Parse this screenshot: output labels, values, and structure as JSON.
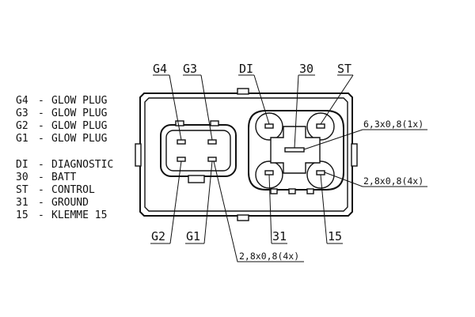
{
  "legend": [
    {
      "code": "G4",
      "desc": "GLOW PLUG"
    },
    {
      "code": "G3",
      "desc": "GLOW PLUG"
    },
    {
      "code": "G2",
      "desc": "GLOW PLUG"
    },
    {
      "code": "G1",
      "desc": "GLOW PLUG"
    },
    {
      "code": "DI",
      "desc": "DIAGNOSTIC"
    },
    {
      "code": "30",
      "desc": "BATT"
    },
    {
      "code": "ST",
      "desc": "CONTROL"
    },
    {
      "code": "31",
      "desc": "GROUND"
    },
    {
      "code": "15",
      "desc": "KLEMME 15"
    }
  ],
  "legend_separator": "-",
  "pins_top": [
    "G4",
    "G3",
    "DI",
    "30",
    "ST"
  ],
  "pins_bottom": [
    "G2",
    "G1",
    "31",
    "15"
  ],
  "dimensions": {
    "large_tab": "6,3x0,8(1x)",
    "small_tabs_right": "2,8x0,8(4x)",
    "small_tabs_left": "2,8x0,8(4x)"
  }
}
